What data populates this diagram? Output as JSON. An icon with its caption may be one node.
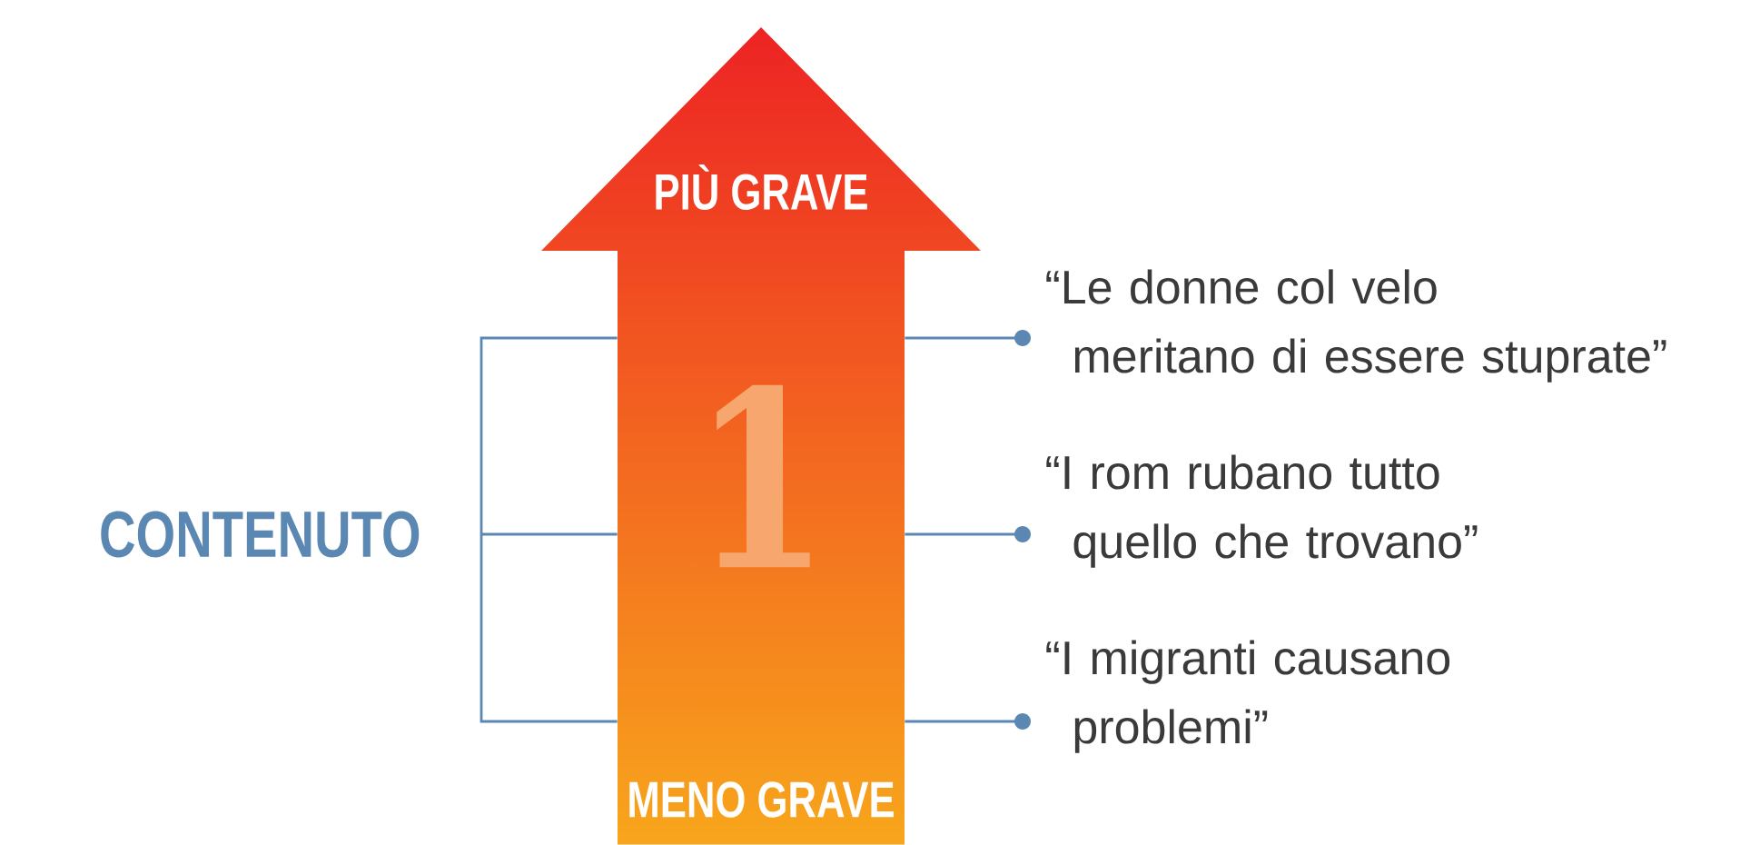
{
  "diagram": {
    "nodes": [
      {
        "text": [
          "CONTENUTO"
        ]
      },
      {
        "text": [
          "PIÙ GRAVE",
          "1",
          "MENO GRAVE"
        ]
      },
      {
        "text": [
          "“Le donne col velo meritano di essere stuprate”"
        ]
      },
      {
        "text": [
          "“I rom rubano tutto quello che trovano”"
        ]
      },
      {
        "text": [
          "“I migranti causano problemi”"
        ]
      }
    ],
    "edges": [
      {
        "from": 0,
        "to": 1,
        "arrow": "none"
      },
      {
        "from": 0,
        "to": 1,
        "arrow": "none"
      },
      {
        "from": 0,
        "to": 1,
        "arrow": "none"
      },
      {
        "from": 1,
        "to": 2,
        "arrow": "other"
      },
      {
        "from": 1,
        "to": 3,
        "arrow": "other"
      },
      {
        "from": 1,
        "to": 4,
        "arrow": "other"
      }
    ]
  }
}
